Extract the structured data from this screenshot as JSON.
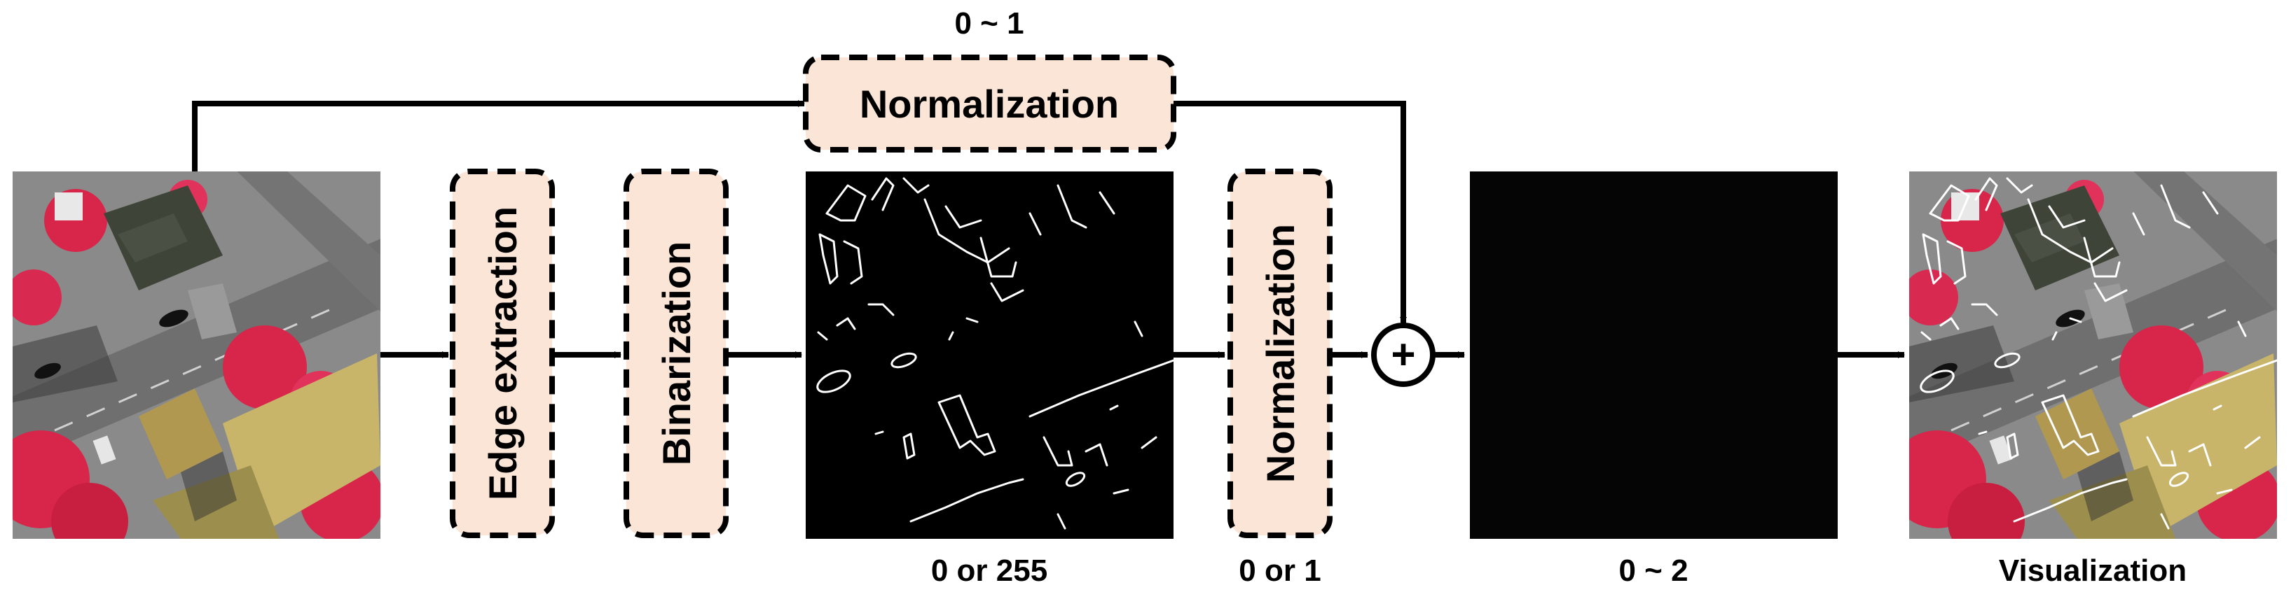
{
  "blocks": {
    "edge_extraction": "Edge extraction",
    "binarization": "Binarization",
    "normalization_top": "Normalization",
    "normalization_mid": "Normalization"
  },
  "ranges": {
    "top": "0 ~ 1",
    "edge_map": "0 or 255",
    "normalized_edge": "0 or 1",
    "sum": "0 ~ 2"
  },
  "output_label": "Visualization",
  "add_symbol": "+",
  "colors": {
    "block_fill": "#fbe5d6",
    "vegetation": "#d8254a",
    "roof": "#c8b56a",
    "road": "#7d7d7d",
    "edge_line": "#ffffff"
  }
}
